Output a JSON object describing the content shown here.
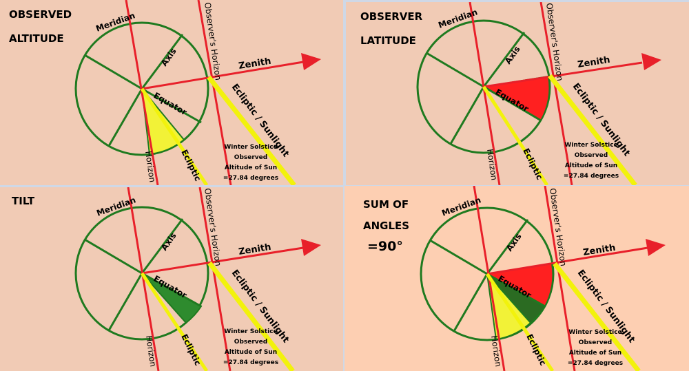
{
  "colors": {
    "panel_bg_a": "#f1cbb5",
    "panel_bg_b": "#fdcfb2",
    "circle": "#1f7a1f",
    "red_line": "#e8202a",
    "ecliptic": "#f2f20c",
    "altitude_fill": "#f2f237",
    "latitude_fill": "#ff2020",
    "tilt_fill": "#2e8b2e",
    "dark_green": "#2b6b22"
  },
  "labels": {
    "meridian": "Meridian",
    "axis": "Axis",
    "observers_horizon": "Observer's Horizon",
    "zenith": "Zenith",
    "equator": "Equator",
    "ecliptic_sunlight": "Ecliptic / Sunlight",
    "ecliptic": "Ecliptic",
    "horizon": "Horizon"
  },
  "note": {
    "line1": "Winter Solstice",
    "line2": "Observed",
    "line3": "Altitude of Sun",
    "line4": "=27.84 degrees"
  },
  "panels": [
    {
      "title_line1": "OBSERVED",
      "title_line2": "ALTITUDE"
    },
    {
      "title_line1": "OBSERVER",
      "title_line2": "LATITUDE"
    },
    {
      "title_line1": "TILT"
    },
    {
      "title_line1": "SUM OF",
      "title_line2": "ANGLES",
      "title_line3": "=90°"
    }
  ]
}
